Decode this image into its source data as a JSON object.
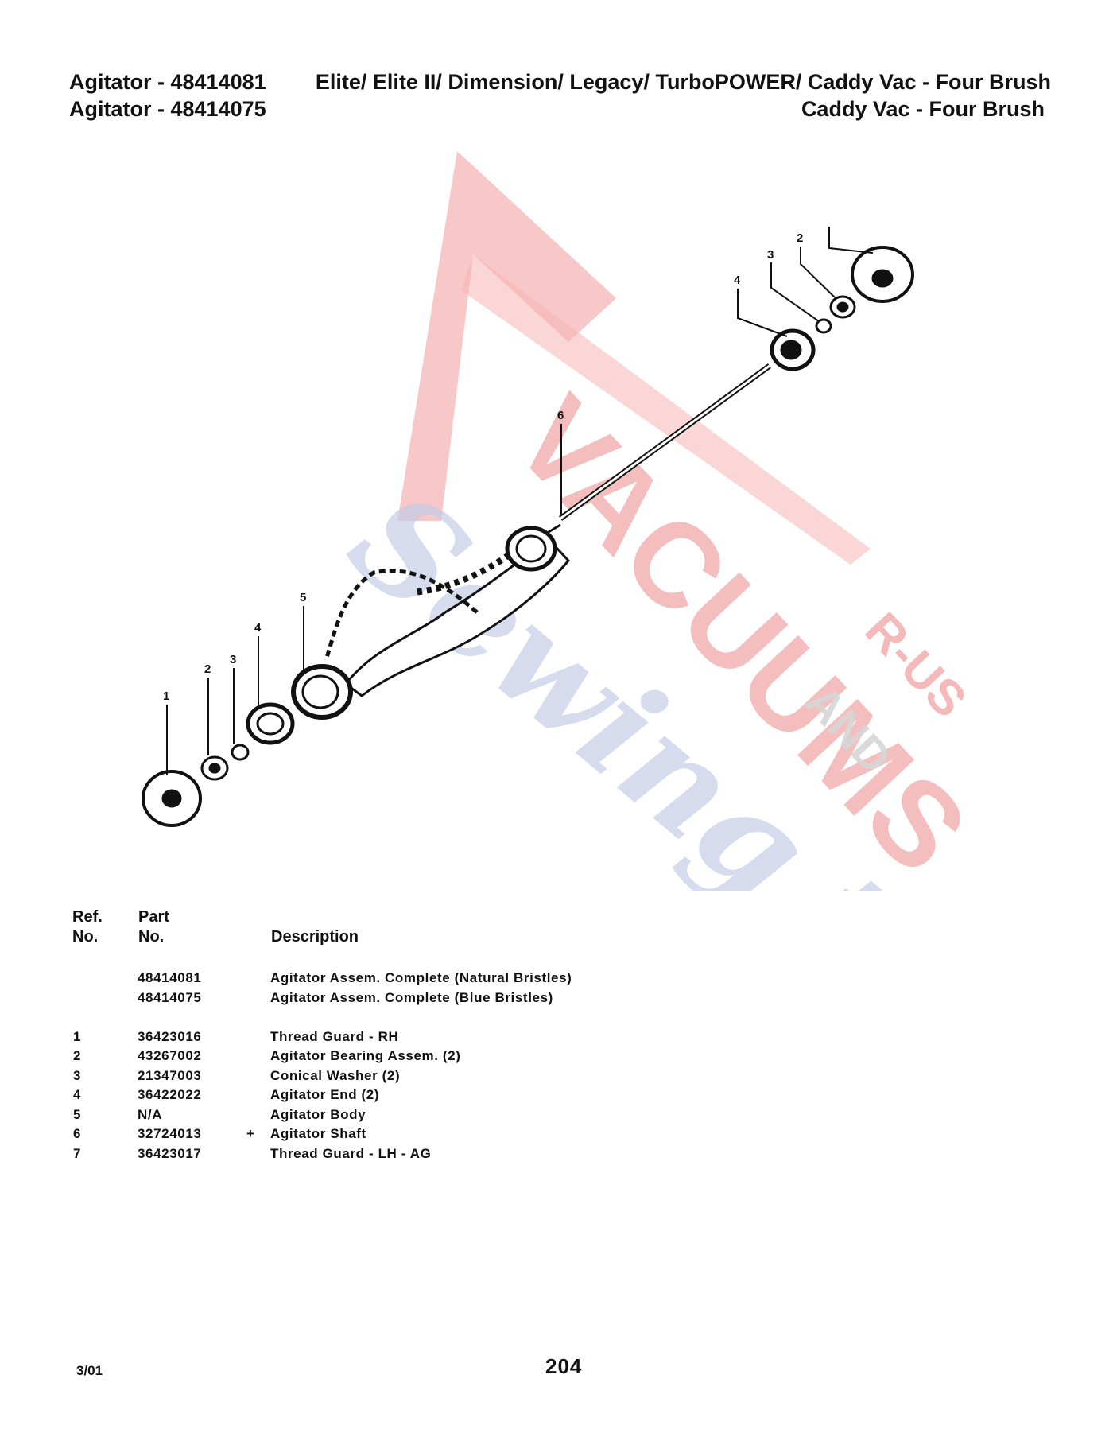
{
  "header": {
    "line1_left": "Agitator - 48414081",
    "line1_right": "Elite/ Elite II/ Dimension/ Legacy/ TurboPOWER/ Caddy Vac - Four Brush",
    "line2_left": "Agitator - 48414075",
    "line2_right": "Caddy Vac - Four Brush"
  },
  "watermark": {
    "text_1": "VACUUMS",
    "text_2": "R-US",
    "text_3": "AND",
    "text_4": "Sewing too",
    "colors": {
      "red": "#f5b5b5",
      "blue": "#c6cce6",
      "gray": "#d6d6d6"
    }
  },
  "diagram": {
    "callouts": [
      "1",
      "2",
      "3",
      "4",
      "5",
      "6",
      "2",
      "3",
      "4"
    ]
  },
  "table": {
    "headers": {
      "ref_line1": "Ref.",
      "ref_line2": "No.",
      "part_line1": "Part",
      "part_line2": "No.",
      "description": "Description"
    },
    "assemblies": [
      {
        "part": "48414081",
        "description": "Agitator Assem. Complete  (Natural Bristles)"
      },
      {
        "part": "48414075",
        "description": "Agitator Assem. Complete  (Blue Bristles)"
      }
    ],
    "rows": [
      {
        "ref": "1",
        "mark": "",
        "part": "36423016",
        "description": "Thread Guard - RH"
      },
      {
        "ref": "2",
        "mark": "",
        "part": "43267002",
        "description": "Agitator Bearing Assem. (2)"
      },
      {
        "ref": "3",
        "mark": "",
        "part": "21347003",
        "description": "Conical Washer (2)"
      },
      {
        "ref": "4",
        "mark": "",
        "part": "36422022",
        "description": "Agitator End (2)"
      },
      {
        "ref": "5",
        "mark": "",
        "part": "N/A",
        "description": "Agitator Body"
      },
      {
        "ref": "6",
        "mark": "+",
        "part": "32724013",
        "description": "Agitator Shaft"
      },
      {
        "ref": "7",
        "mark": "",
        "part": "36423017",
        "description": "Thread Guard - LH - AG"
      }
    ]
  },
  "footer": {
    "date": "3/01",
    "page": "204"
  }
}
